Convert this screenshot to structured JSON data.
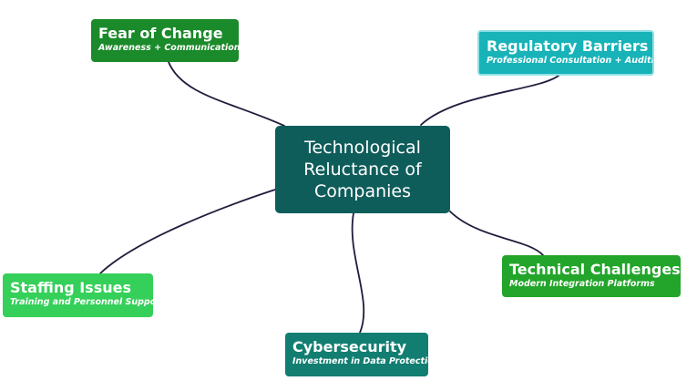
{
  "diagram": {
    "type": "mind-map",
    "center": {
      "label": "Technological\nReluctance of\nCompanies",
      "color": "#0f5d5b"
    },
    "branches": [
      {
        "key": "fear",
        "title": "Fear of Change",
        "subtitle": "Awareness + Communication",
        "color": "#1b8a2a"
      },
      {
        "key": "regulatory",
        "title": "Regulatory Barriers",
        "subtitle": "Professional Consultation + Auditing",
        "color": "#17b3b8"
      },
      {
        "key": "staffing",
        "title": "Staffing Issues",
        "subtitle": "Training and Personnel Support",
        "color": "#35d059"
      },
      {
        "key": "technical",
        "title": "Technical Challenges",
        "subtitle": "Modern Integration Platforms",
        "color": "#22a52a"
      },
      {
        "key": "cyber",
        "title": "Cybersecurity",
        "subtitle": "Investment in Data Protection",
        "color": "#127e72"
      }
    ],
    "connector_color": "#1f1d3d"
  }
}
